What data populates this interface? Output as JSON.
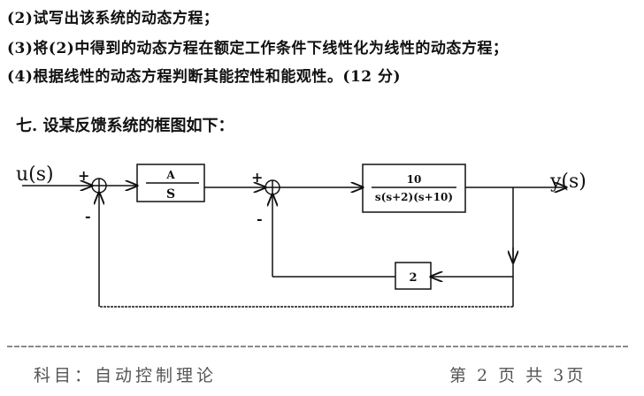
{
  "items": [
    "(2)试写出该系统的动态方程；",
    "(3)将(2)中得到的动态方程在额定工作条件下线性化为线性的动态方程；",
    "(4)根据线性的动态方程判断其能控性和能观性。(12 分)"
  ],
  "question": "七. 设某反馈系统的框图如下：",
  "diagram": {
    "input": "u(s)",
    "output": "y(s)",
    "block1_num": "A",
    "block1_den": "S",
    "block2_num": "10",
    "block2_den": "s(s+2)(s+10)",
    "feedback_gain": "2",
    "sum1_plus": "+",
    "sum1_minus": "-",
    "sum2_plus": "+",
    "sum2_minus": "-"
  },
  "footer": {
    "subject": "科目：自动控制理论",
    "page": "第 2 页 共 3页"
  }
}
